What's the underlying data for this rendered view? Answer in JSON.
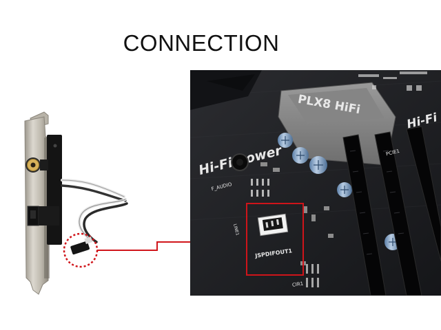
{
  "title": "CONNECTION",
  "board": {
    "brand_label": "Hi-Fi Power",
    "brand_label_right": "Hi-Fi",
    "chip_label": "PLX8 HiFi",
    "header_label": "JSPDIFOUT1",
    "audio_label": "F_AUDIO",
    "cir_label": "CIR1",
    "pcie_label": "PCIE1",
    "side_label": "LINE1"
  },
  "colors": {
    "callout_red": "#d0141a",
    "board_dark": "#1f2024",
    "bracket_metal": "#c8c3b8",
    "rca_gold": "#d8b25a"
  }
}
